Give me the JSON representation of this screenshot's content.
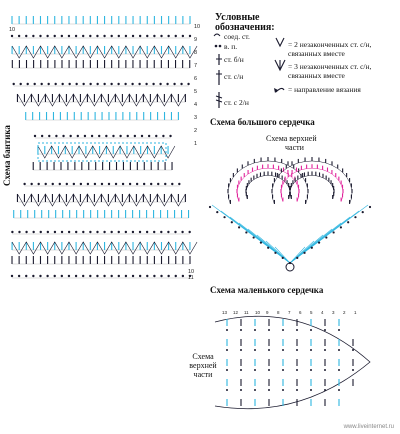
{
  "legend": {
    "title_line1": "Условные",
    "title_line2": "обозначения:",
    "left_items": [
      {
        "icon": "chain-icon",
        "label": "соед. ст."
      },
      {
        "icon": "slip-stitch-icon",
        "label": "в. п."
      },
      {
        "icon": "single-crochet-icon",
        "label": "ст. б/н"
      },
      {
        "icon": "double-crochet-icon",
        "label": "ст. с/н"
      },
      {
        "icon": "double-double-crochet-icon",
        "label": "ст. с 2/н"
      }
    ],
    "right_items": [
      {
        "icon": "two-together-icon",
        "line1": "= 2 незаконченных ст. с/н,",
        "line2": "связанных вместе"
      },
      {
        "icon": "three-together-icon",
        "line1": "= 3 незаконченных ст. с/н,",
        "line2": "связанных вместе"
      },
      {
        "icon": "direction-arrow-icon",
        "line1": "= направление вязания",
        "line2": ""
      }
    ]
  },
  "bow": {
    "label": "Схема бантика",
    "row_top": "10",
    "row_nums": [
      "10",
      "9",
      "8",
      "7",
      "6",
      "5",
      "4",
      "3",
      "2",
      "1"
    ],
    "row_bottom": [
      "10",
      "11"
    ]
  },
  "big_heart": {
    "title": "Схема большого сердечка",
    "upper_line1": "Схема верхней",
    "upper_line2": "части"
  },
  "small_heart": {
    "title": "Схема маленького сердечка",
    "upper_line1": "Схема",
    "upper_line2": "верхней",
    "upper_line3": "части",
    "row_nums": [
      "13",
      "12",
      "11",
      "10",
      "9",
      "8",
      "7",
      "6",
      "5",
      "4",
      "3",
      "2",
      "1"
    ]
  },
  "watermark": "www.liveinternet.ru",
  "colors": {
    "cyan": "#2fb6e0",
    "magenta": "#e0219a",
    "dark": "#1a1a2e",
    "line": "#222222"
  }
}
